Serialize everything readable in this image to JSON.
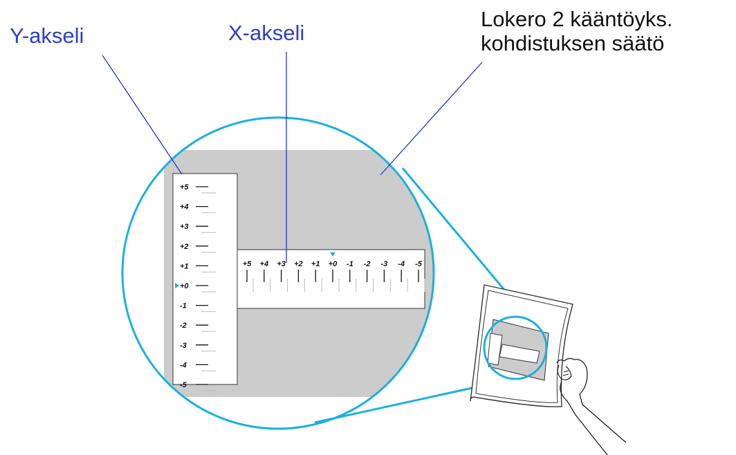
{
  "callouts": {
    "y_axis": "Y-akseli",
    "x_axis": "X-akseli",
    "adjust_line1": "Lokero 2 kääntöyks.",
    "adjust_line2": "kohdistuksen säätö"
  },
  "y_scale": [
    "+5",
    "+4",
    "+3",
    "+2",
    "+1",
    "+0",
    "-1",
    "-2",
    "-3",
    "-4",
    "-5"
  ],
  "x_scale": [
    "+5",
    "+4",
    "+3",
    "+2",
    "+1",
    "+0",
    "-1",
    "-2",
    "-3",
    "-4",
    "-5"
  ],
  "selected": {
    "y": "+0",
    "x": "+0"
  },
  "colors": {
    "callout_text": "#2d3fcf",
    "leader_line": "#2233cc",
    "magnifier": "#1ab0e0",
    "sheet_gray": "#cccccc",
    "marker": "#1ab0e0"
  },
  "icons": [
    "magnifier-circle",
    "hand-holding-sheet-illustration"
  ]
}
